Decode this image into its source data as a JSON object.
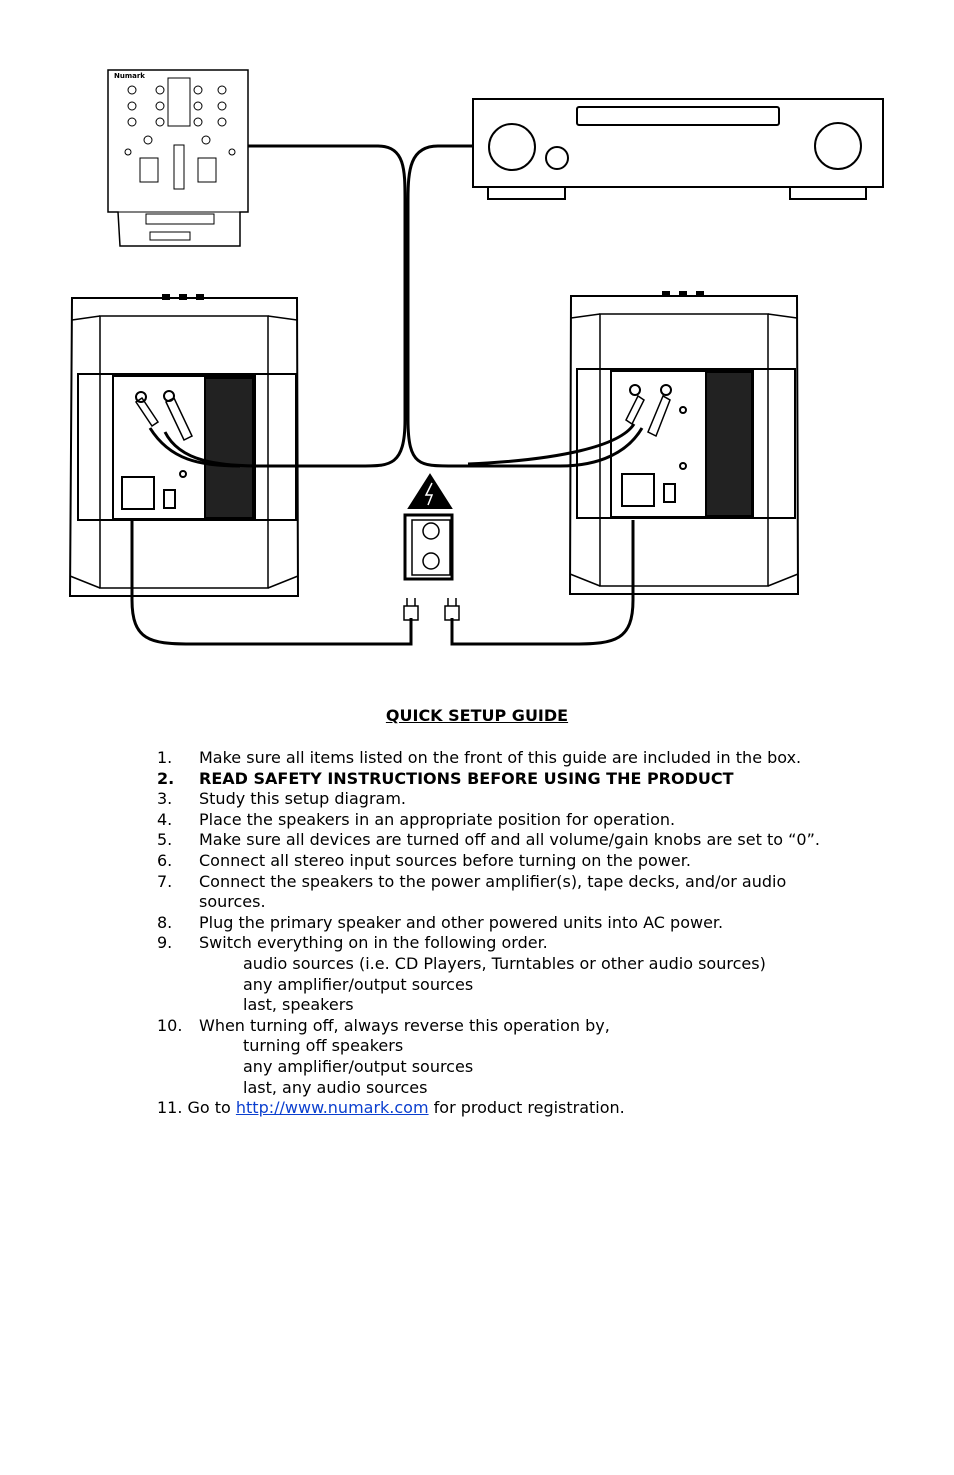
{
  "diagram": {
    "mixer_brand": "Numark"
  },
  "guide": {
    "title": "QUICK SETUP GUIDE",
    "steps": [
      {
        "num": "1.",
        "text": "Make sure all items listed on the front of this guide are included in the box."
      },
      {
        "num": "2.",
        "text": "READ SAFETY INSTRUCTIONS BEFORE USING THE PRODUCT"
      },
      {
        "num": "3.",
        "text": "Study this setup diagram."
      },
      {
        "num": "4.",
        "text": "Place the speakers in an appropriate position for operation."
      },
      {
        "num": "5.",
        "text": "Make sure all devices are turned off and all volume/gain knobs are set to “0”."
      },
      {
        "num": "6.",
        "text": "Connect all stereo input sources before turning on the power."
      },
      {
        "num": "7.",
        "text": "Connect the speakers to the power amplifier(s), tape decks, and/or audio",
        "cont": "sources."
      },
      {
        "num": "8.",
        "text": "Plug the primary speaker and other powered units into AC power."
      },
      {
        "num": "9.",
        "text": "Switch everything on in the following order.",
        "subs": [
          "audio sources (i.e. CD Players, Turntables or other audio sources)",
          "any amplifier/output sources",
          "last, speakers"
        ]
      },
      {
        "num": "10.",
        "text": "When turning off, always reverse this operation by,",
        "subs": [
          "turning off speakers",
          "any amplifier/output sources",
          "last, any audio sources"
        ]
      },
      {
        "num": "11.",
        "prefix": "Go to",
        "link": "http://www.numark.com",
        "suffix": "for product registration."
      }
    ]
  }
}
